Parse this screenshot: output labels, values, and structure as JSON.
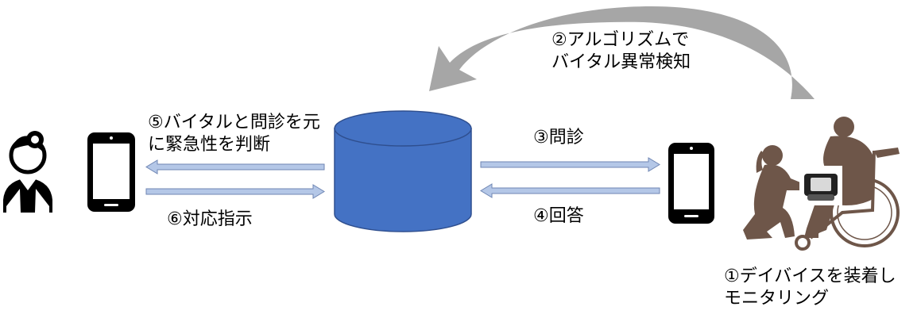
{
  "labels": {
    "algorithm_line1": "②アルゴリズムで",
    "algorithm_line2": "バイタル異常検知",
    "judge_line1": "⑤バイタルと問診を元",
    "judge_line2": "に緊急性を判断",
    "instruction": "⑥対応指示",
    "interview": "③問診",
    "answer": "④回答",
    "device_line1": "①デイバイスを装着し",
    "device_line2": "モニタリング"
  },
  "colors": {
    "database_fill": "#4472c4",
    "database_stroke": "#2f4f8f",
    "arrow_fill": "#b4c7e7",
    "arrow_stroke": "#6f86b3",
    "curved_arrow": "#a6a6a6",
    "silhouette": "#6e5649",
    "icon_black": "#000000"
  },
  "icons": {
    "doctor": "doctor-icon",
    "phone_left": "smartphone-icon",
    "phone_right": "smartphone-icon",
    "database": "database-cylinder-icon",
    "patient": "caregiver-wheelchair-icon"
  }
}
